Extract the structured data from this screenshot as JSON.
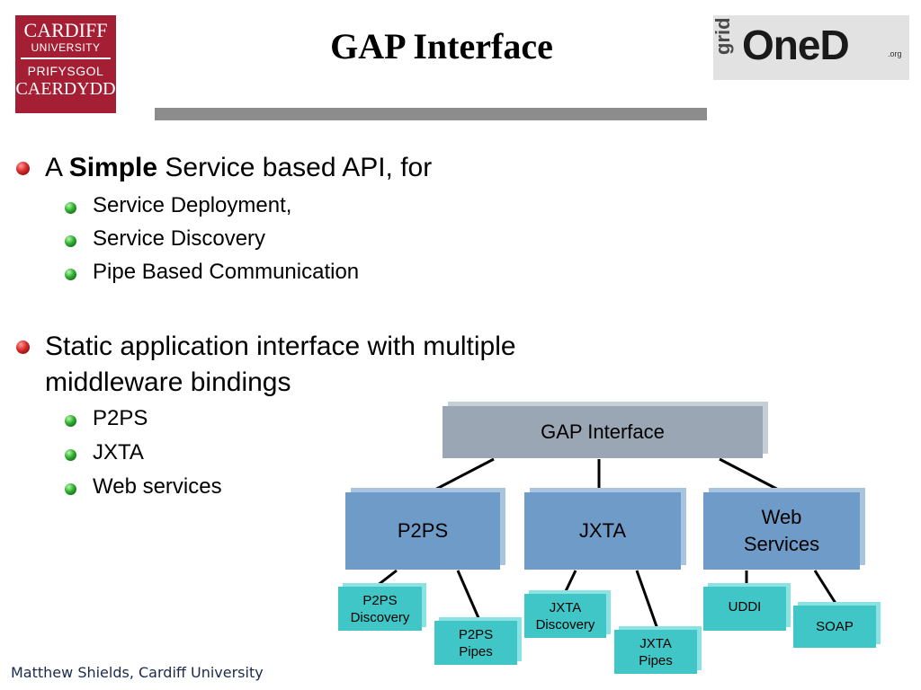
{
  "logos": {
    "cardiff": {
      "line1": "CARDIFF",
      "line2": "UNIVERSITY",
      "line3": "PRIFYSGOL",
      "line4": "CAERDYDD"
    },
    "gridoned": {
      "grid": "grid",
      "oned": "OneD",
      "org": ".org"
    }
  },
  "title": "GAP Interface",
  "bullets": [
    {
      "prefix": "A ",
      "bold": "Simple",
      "suffix": " Service based API, for",
      "sub": [
        "Service Deployment,",
        "Service Discovery",
        "Pipe Based Communication"
      ]
    },
    {
      "line1": "Static application interface with multiple",
      "line2": "middleware bindings",
      "sub": [
        "P2PS",
        "JXTA",
        "Web services"
      ]
    }
  ],
  "diagram": {
    "top": "GAP Interface",
    "middle": [
      "P2PS",
      "JXTA",
      "Web",
      "Services"
    ],
    "leaves": [
      [
        "P2PS",
        "Discovery"
      ],
      [
        "P2PS",
        "Pipes"
      ],
      [
        "JXTA",
        "Discovery"
      ],
      [
        "JXTA",
        "Pipes"
      ],
      [
        "UDDI"
      ],
      [
        "SOAP"
      ]
    ]
  },
  "footer": "Matthew Shields, Cardiff University",
  "colors": {
    "title_rule": "#8c8c8c",
    "gap_box": "#9aa6b4",
    "middleware_box": "#6f9bc8",
    "leaf_box": "#40c6c6",
    "cardiff_red": "#a51f34"
  }
}
